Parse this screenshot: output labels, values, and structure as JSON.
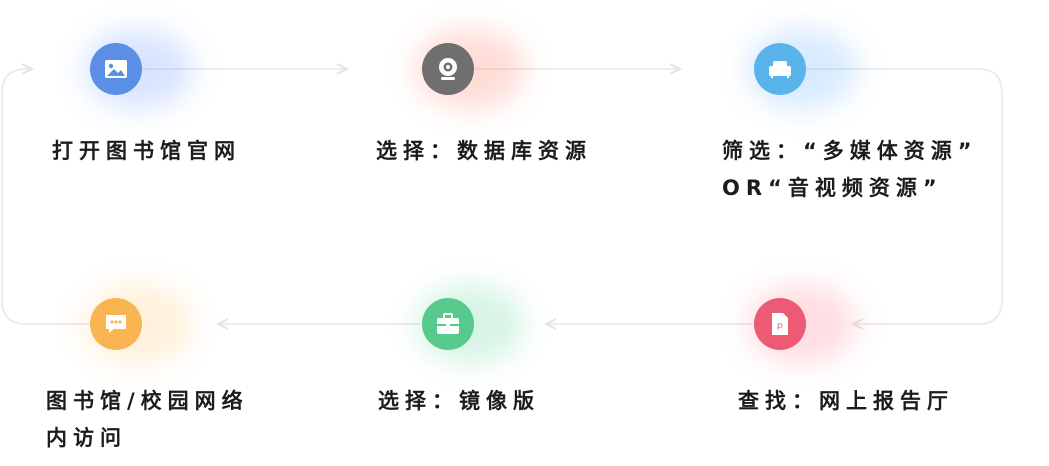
{
  "steps": [
    {
      "label": "打开图书馆官网",
      "icon": "image-icon",
      "color": "#5b8fe6",
      "glow": "#8fb2ff"
    },
    {
      "label": "选择：数据库资源",
      "icon": "webcam-icon",
      "color": "#6f6f6f",
      "glow": "#ff9b8a"
    },
    {
      "label_lines": [
        "筛选：“多媒体资源”",
        "OR“音视频资源”"
      ],
      "icon": "sofa-icon",
      "color": "#5ab4ec",
      "glow": "#8cc4ff"
    },
    {
      "label": "查找：网上报告厅",
      "icon": "document-icon",
      "color": "#ec5b73",
      "glow": "#ff9fae"
    },
    {
      "label": "选择：镜像版",
      "icon": "toolbox-icon",
      "color": "#57c98d",
      "glow": "#8ee0b6"
    },
    {
      "label_lines": [
        "图书馆/校园网络",
        "内访问"
      ],
      "icon": "chat-icon",
      "color": "#f8b552",
      "glow": "#ffd796"
    }
  ],
  "colors": {
    "connector": "#ececec"
  }
}
